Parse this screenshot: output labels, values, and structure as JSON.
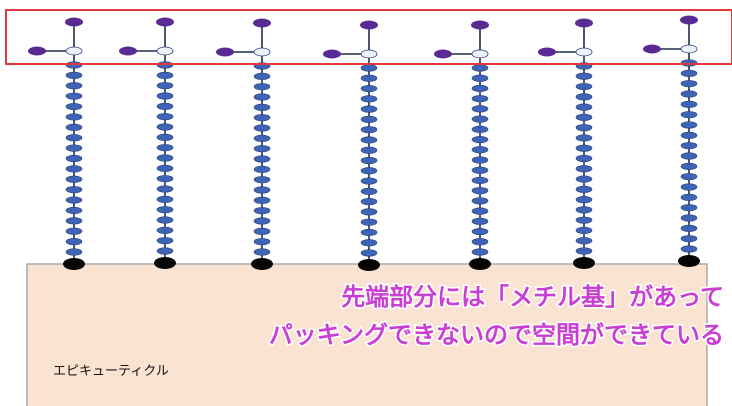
{
  "diagram": {
    "base_label": "エピキューティクル",
    "caption_lines": [
      "先端部分には「メチル基」があって",
      "パッキングできないので空間ができている"
    ],
    "chain_count": 7,
    "links_per_chain": 19
  },
  "colors": {
    "highlight_box": "#e0383c",
    "base_fill": "#fbe3d2",
    "base_border": "#aaaaaa",
    "chain_link": "#3f64b5",
    "chain_link_edge": "#27407e",
    "chain_backbone": "#1f2f4a",
    "methyl_group": "#5a2a94",
    "branch_carbon": "#eef1f7",
    "anchor": "#050505",
    "caption_text": "#c93fd3"
  }
}
